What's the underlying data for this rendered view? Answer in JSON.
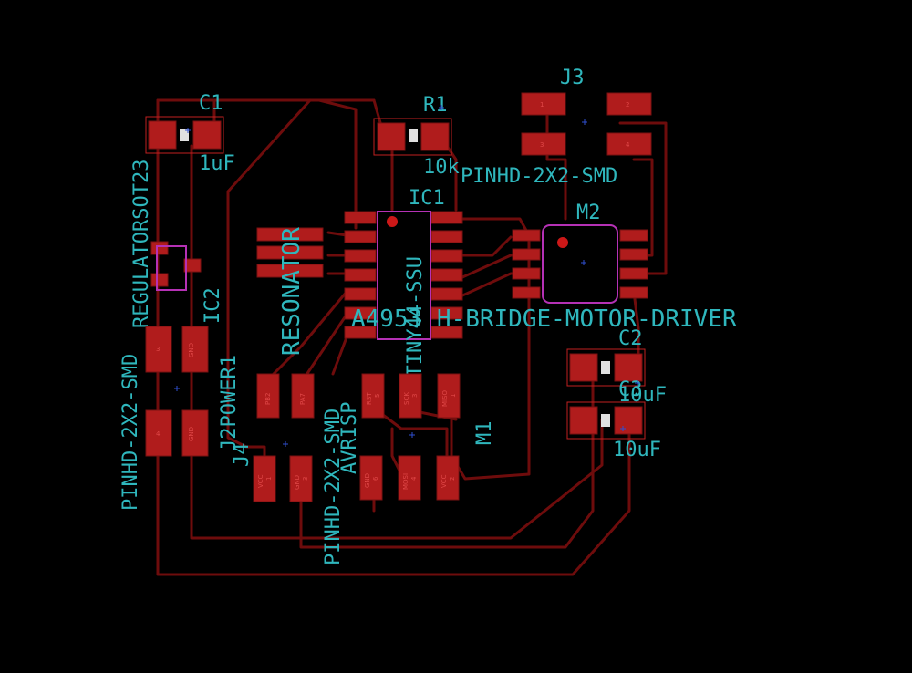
{
  "labels": {
    "c1": "C1",
    "c1_val": "1uF",
    "r1": "R1",
    "r1_val": "10k",
    "j3": "J3",
    "j3_pkg": "PINHD-2X2-SMD",
    "ic1": "IC1",
    "m2": "M2",
    "m2_pkg": "A4953  H-BRIDGE-MOTOR-DRIVER",
    "c2": "C2",
    "c2_val": "10uF",
    "c3": "C3",
    "c3_val": "10uF",
    "m1": "M1",
    "reg_pkg": "REGULATORSOT23",
    "reg_ic": "IC2",
    "j4_pkg": "PINHD-2X2-SMD",
    "j4": "J4",
    "j2power": "J2POWER1",
    "resonator": "RESONATOR",
    "avrisp": "AVRISP",
    "j2x2": "PINHD-2X2-SMD",
    "attiny": "ATTINY44-SSU"
  },
  "pad_labels": {
    "j3": [
      "1",
      "2",
      "3",
      "4"
    ],
    "reg_j": [
      "3",
      "GND",
      "4",
      "GND"
    ],
    "power_j": [
      "VCC",
      "GND"
    ],
    "isp_top": [
      "PB2",
      "PA7",
      "RST",
      "SCK",
      "MISO"
    ],
    "isp_top_num": [
      "",
      "",
      "5",
      "3",
      "1"
    ],
    "isp_bot": [
      "GND",
      "MOSI",
      "VCC"
    ],
    "isp_bot_num": [
      "6",
      "4",
      "2"
    ],
    "power_num": [
      "1",
      "3"
    ]
  }
}
